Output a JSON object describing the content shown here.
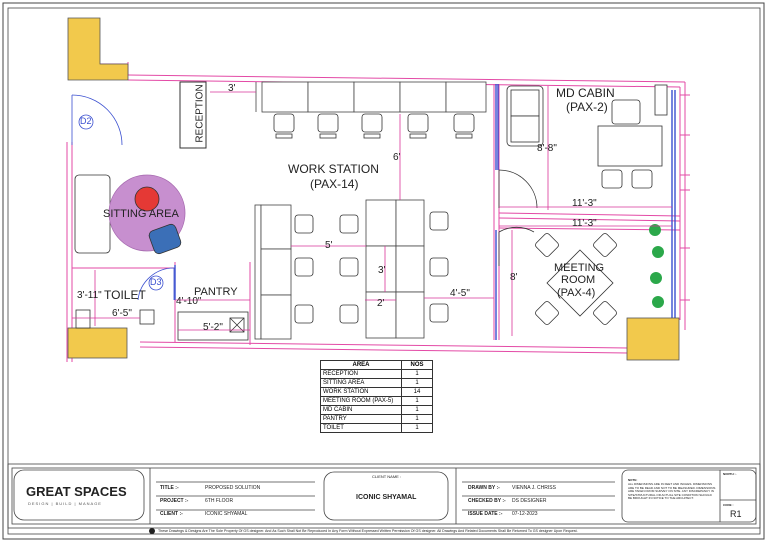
{
  "rooms": {
    "reception": "RECEPTION",
    "work_station": "WORK STATION",
    "work_station_pax": "(PAX-14)",
    "md_cabin": "MD CABIN",
    "md_cabin_pax": "(PAX-2)",
    "sitting_area": "SITTING AREA",
    "meeting_room_1": "MEETING",
    "meeting_room_2": "ROOM",
    "meeting_room_pax": "(PAX-4)",
    "toilet": "TOILET",
    "pantry": "PANTRY"
  },
  "doors": {
    "d2": "D2",
    "d3": "D3"
  },
  "dimensions": {
    "d1": "3'",
    "d2": "6'",
    "d3": "8'-8\"",
    "d4": "11'-3\"",
    "d5": "11'-3\"",
    "d6": "5'",
    "d7": "3'",
    "d8": "2'",
    "d9": "4'-5\"",
    "d10": "8'",
    "d11": "3'-11\"",
    "d12": "6'-5\"",
    "d13": "4'-10\"",
    "d14": "5'-2\""
  },
  "area_table": {
    "header_area": "AREA",
    "header_nos": "NOS",
    "rows": [
      {
        "area": "RECEPTION",
        "nos": "1"
      },
      {
        "area": "SITTING AREA",
        "nos": "1"
      },
      {
        "area": "WORK STATION",
        "nos": "14"
      },
      {
        "area": "MEETING ROOM (PAX-5)",
        "nos": "1"
      },
      {
        "area": "MD CABIN",
        "nos": "1"
      },
      {
        "area": "PANTRY",
        "nos": "1"
      },
      {
        "area": "TOILET",
        "nos": "1"
      }
    ]
  },
  "title_block": {
    "logo": "GREAT SPACES",
    "logo_tagline": "DESIGN | BUILD | MANAGE",
    "title_label": "TITLE :-",
    "title_value": "PROPOSED SOLUTION",
    "project_label": "PROJECT :-",
    "project_value": "6TH FLOOR",
    "client_label": "CLIENT :-",
    "client_value": "ICONIC SHYAMAL",
    "client_name_label": "CLIENT NAME :",
    "client_name_value": "ICONIC SHYAMAL",
    "drawn_by_label": "DRAWN BY :-",
    "drawn_by_value": "VIENNA J. CHRISS",
    "checked_by_label": "CHECKED BY :-",
    "checked_by_value": "DS DESIGNER",
    "issue_date_label": "ISSUE DATE :-",
    "issue_date_value": "07-12-2023",
    "note_label": "NOTE:",
    "note_text": "ALL DIMENSIONS ARE IN FEET AND INCHES. DIMENSIONS ARE TO BE READ AND NOT TO BE MEASURED. DIMENSIONS ARE TAKEN FROM SURVEY ON SITE. ANY DISCREPANCY IN SITE/STRUCTURAL OR ACTUAL SITE CONDITION SHOULD BE BROUGHT IN NOTICE TO THE ARCHITECT.",
    "north_label": "NORTH :-",
    "rev_label": "CODE :",
    "rev_value": "R1",
    "footer": "These Drawings & Designs Are The Sole Property Of GS designer. And As Such Shall Not Be Reproduced In Any Form Without Expressed Written Permission Of GS designer. All Drawings And Related Documents Shall Be Returned To GS designer Upon Request."
  },
  "colors": {
    "wall": "#e34aa6",
    "glass": "#3a4fd0",
    "column": "#f2c94c",
    "rug": "#a76bb0",
    "plant": "#2ba84a"
  }
}
